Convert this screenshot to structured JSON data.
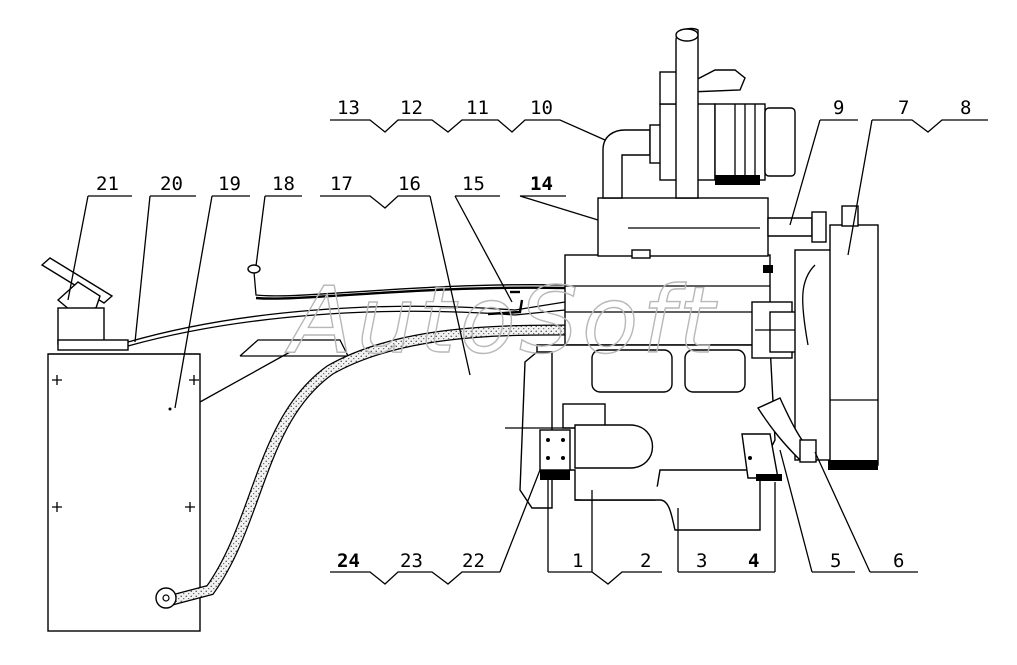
{
  "callouts_top": [
    "13",
    "12",
    "11",
    "10",
    "9",
    "7",
    "8"
  ],
  "callouts_mid": [
    "21",
    "20",
    "19",
    "18",
    "17",
    "16",
    "15",
    "14"
  ],
  "callouts_bottom": [
    "24",
    "23",
    "22",
    "1",
    "2",
    "3",
    "4",
    "5",
    "6"
  ],
  "watermark": "AutoSoft",
  "colors": {
    "line": "#000000",
    "background": "#ffffff",
    "watermark": "#b8b8b8"
  }
}
